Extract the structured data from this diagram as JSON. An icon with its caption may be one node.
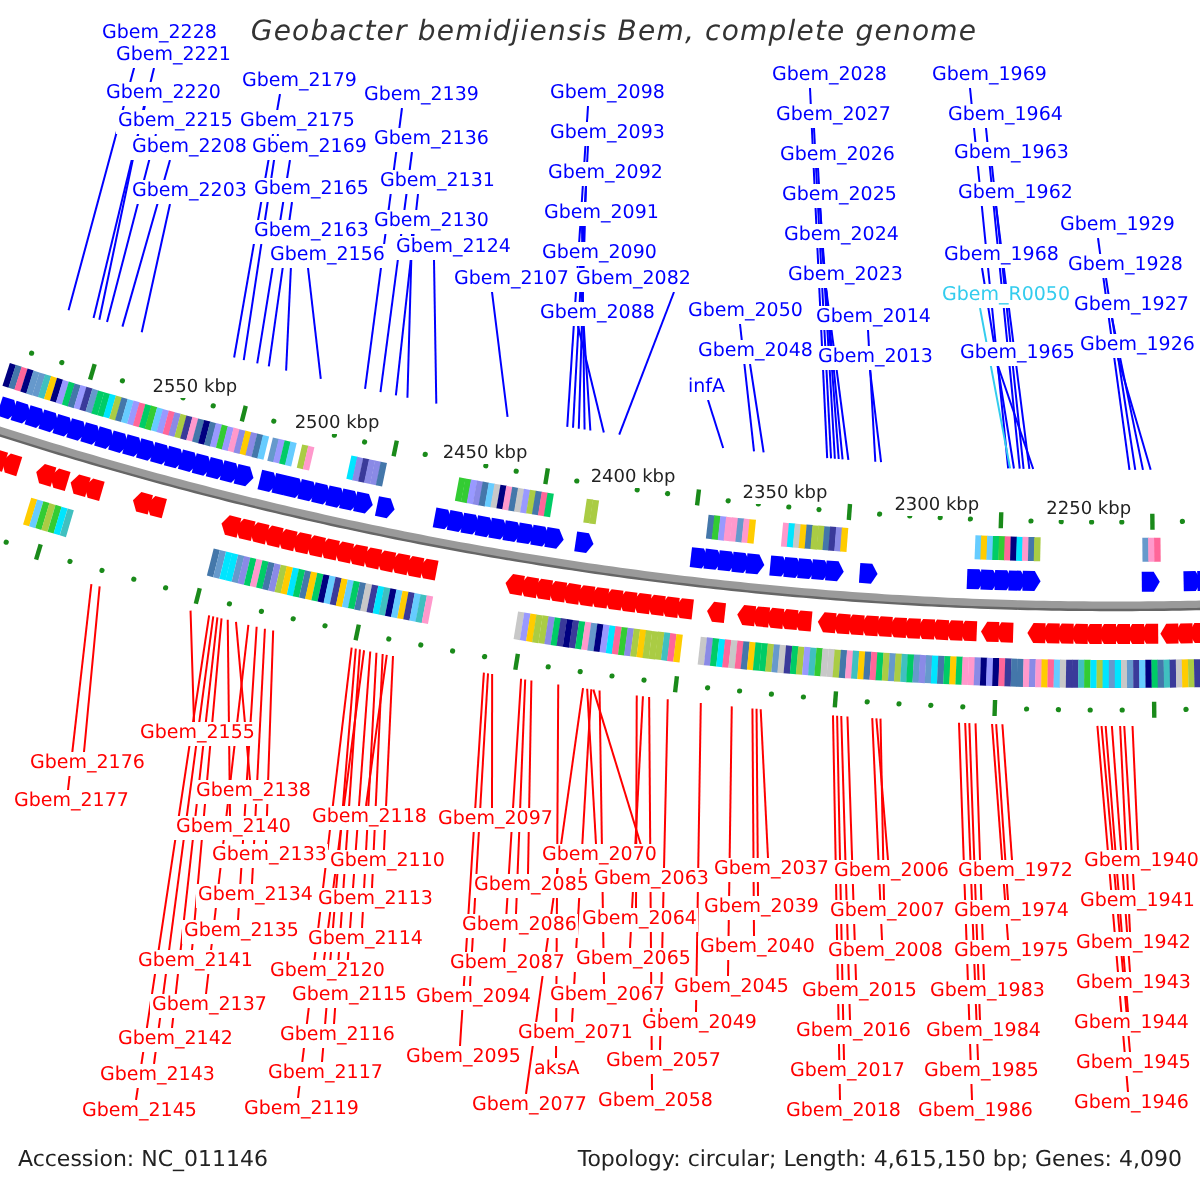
{
  "diagram": {
    "title": "Geobacter bemidjiensis Bem, complete genome",
    "nodes": [
      {
        "text": [
          "Gbem_2228"
        ]
      },
      {
        "text": [
          "Gbem_2221"
        ]
      },
      {
        "text": [
          "Gbem_2220"
        ]
      },
      {
        "text": [
          "Gbem_2215"
        ]
      },
      {
        "text": [
          "Gbem_2208"
        ]
      },
      {
        "text": [
          "Gbem_2203"
        ]
      },
      {
        "text": [
          "Gbem_2179"
        ]
      },
      {
        "text": [
          "Gbem_2175"
        ]
      },
      {
        "text": [
          "Gbem_2169"
        ]
      },
      {
        "text": [
          "Gbem_2165"
        ]
      },
      {
        "text": [
          "Gbem_2163"
        ]
      },
      {
        "text": [
          "Gbem_2156"
        ]
      },
      {
        "text": [
          "Gbem_2139"
        ]
      },
      {
        "text": [
          "Gbem_2136"
        ]
      },
      {
        "text": [
          "Gbem_2131"
        ]
      },
      {
        "text": [
          "Gbem_2130"
        ]
      },
      {
        "text": [
          "Gbem_2124"
        ]
      },
      {
        "text": [
          "Gbem_2107"
        ]
      },
      {
        "text": [
          "Gbem_2098"
        ]
      },
      {
        "text": [
          "Gbem_2093"
        ]
      },
      {
        "text": [
          "Gbem_2092"
        ]
      },
      {
        "text": [
          "Gbem_2091"
        ]
      },
      {
        "text": [
          "Gbem_2090"
        ]
      },
      {
        "text": [
          "Gbem_2082"
        ]
      },
      {
        "text": [
          "Gbem_2088"
        ]
      },
      {
        "text": [
          "Gbem_2050"
        ]
      },
      {
        "text": [
          "Gbem_2048"
        ]
      },
      {
        "text": [
          "infA"
        ]
      },
      {
        "text": [
          "Gbem_2028"
        ]
      },
      {
        "text": [
          "Gbem_2027"
        ]
      },
      {
        "text": [
          "Gbem_2026"
        ]
      },
      {
        "text": [
          "Gbem_2025"
        ]
      },
      {
        "text": [
          "Gbem_2024"
        ]
      },
      {
        "text": [
          "Gbem_2023"
        ]
      },
      {
        "text": [
          "Gbem_2014"
        ]
      },
      {
        "text": [
          "Gbem_2013"
        ]
      },
      {
        "text": [
          "Gbem_1969"
        ]
      },
      {
        "text": [
          "Gbem_1964"
        ]
      },
      {
        "text": [
          "Gbem_1963"
        ]
      },
      {
        "text": [
          "Gbem_1962"
        ]
      },
      {
        "text": [
          "Gbem_1968"
        ]
      },
      {
        "text": [
          "Gbem_R0050"
        ]
      },
      {
        "text": [
          "Gbem_1965"
        ]
      },
      {
        "text": [
          "Gbem_1929"
        ]
      },
      {
        "text": [
          "Gbem_1928"
        ]
      },
      {
        "text": [
          "Gbem_1927"
        ]
      },
      {
        "text": [
          "Gbem_1926"
        ]
      },
      {
        "text": [
          "Gbem_2155"
        ]
      },
      {
        "text": [
          "Gbem_2176"
        ]
      },
      {
        "text": [
          "Gbem_2177"
        ]
      },
      {
        "text": [
          "Gbem_2138"
        ]
      },
      {
        "text": [
          "Gbem_2140"
        ]
      },
      {
        "text": [
          "Gbem_2133"
        ]
      },
      {
        "text": [
          "Gbem_2134"
        ]
      },
      {
        "text": [
          "Gbem_2135"
        ]
      },
      {
        "text": [
          "Gbem_2141"
        ]
      },
      {
        "text": [
          "Gbem_2137"
        ]
      },
      {
        "text": [
          "Gbem_2142"
        ]
      },
      {
        "text": [
          "Gbem_2143"
        ]
      },
      {
        "text": [
          "Gbem_2145"
        ]
      },
      {
        "text": [
          "Gbem_2118"
        ]
      },
      {
        "text": [
          "Gbem_2110"
        ]
      },
      {
        "text": [
          "Gbem_2113"
        ]
      },
      {
        "text": [
          "Gbem_2114"
        ]
      },
      {
        "text": [
          "Gbem_2120"
        ]
      },
      {
        "text": [
          "Gbem_2115"
        ]
      },
      {
        "text": [
          "Gbem_2116"
        ]
      },
      {
        "text": [
          "Gbem_2117"
        ]
      },
      {
        "text": [
          "Gbem_2119"
        ]
      },
      {
        "text": [
          "Gbem_2097"
        ]
      },
      {
        "text": [
          "Gbem_2085"
        ]
      },
      {
        "text": [
          "Gbem_2086"
        ]
      },
      {
        "text": [
          "Gbem_2087"
        ]
      },
      {
        "text": [
          "Gbem_2094"
        ]
      },
      {
        "text": [
          "Gbem_2095"
        ]
      },
      {
        "text": [
          "aksA"
        ]
      },
      {
        "text": [
          "Gbem_2077"
        ]
      },
      {
        "text": [
          "Gbem_2070"
        ]
      },
      {
        "text": [
          "Gbem_2063"
        ]
      },
      {
        "text": [
          "Gbem_2064"
        ]
      },
      {
        "text": [
          "Gbem_2065"
        ]
      },
      {
        "text": [
          "Gbem_2067"
        ]
      },
      {
        "text": [
          "Gbem_2071"
        ]
      },
      {
        "text": [
          "Gbem_2057"
        ]
      },
      {
        "text": [
          "Gbem_2058"
        ]
      },
      {
        "text": [
          "Gbem_2037"
        ]
      },
      {
        "text": [
          "Gbem_2039"
        ]
      },
      {
        "text": [
          "Gbem_2040"
        ]
      },
      {
        "text": [
          "Gbem_2045"
        ]
      },
      {
        "text": [
          "Gbem_2049"
        ]
      },
      {
        "text": [
          "Gbem_2006"
        ]
      },
      {
        "text": [
          "Gbem_2007"
        ]
      },
      {
        "text": [
          "Gbem_2008"
        ]
      },
      {
        "text": [
          "Gbem_2015"
        ]
      },
      {
        "text": [
          "Gbem_2016"
        ]
      },
      {
        "text": [
          "Gbem_2017"
        ]
      },
      {
        "text": [
          "Gbem_2018"
        ]
      },
      {
        "text": [
          "Gbem_1972"
        ]
      },
      {
        "text": [
          "Gbem_1974"
        ]
      },
      {
        "text": [
          "Gbem_1975"
        ]
      },
      {
        "text": [
          "Gbem_1983"
        ]
      },
      {
        "text": [
          "Gbem_1984"
        ]
      },
      {
        "text": [
          "Gbem_1985"
        ]
      },
      {
        "text": [
          "Gbem_1986"
        ]
      },
      {
        "text": [
          "Gbem_1940"
        ]
      },
      {
        "text": [
          "Gbem_1941"
        ]
      },
      {
        "text": [
          "Gbem_1942"
        ]
      },
      {
        "text": [
          "Gbem_1943"
        ]
      },
      {
        "text": [
          "Gbem_1944"
        ]
      },
      {
        "text": [
          "Gbem_1945"
        ]
      },
      {
        "text": [
          "Gbem_1946"
        ]
      }
    ],
    "edges": [
      {
        "from": 0,
        "to": null,
        "arrow": "none",
        "color": "#0000ff"
      },
      {
        "from": 1,
        "to": null,
        "arrow": "none",
        "color": "#0000ff"
      },
      {
        "from": 2,
        "to": null,
        "arrow": "none",
        "color": "#0000ff"
      },
      {
        "from": 3,
        "to": null,
        "arrow": "none",
        "color": "#0000ff"
      },
      {
        "from": 4,
        "to": null,
        "arrow": "none",
        "color": "#0000ff"
      },
      {
        "from": 5,
        "to": null,
        "arrow": "none",
        "color": "#0000ff"
      },
      {
        "from": 6,
        "to": null,
        "arrow": "none",
        "color": "#0000ff"
      },
      {
        "from": 7,
        "to": null,
        "arrow": "none",
        "color": "#0000ff"
      },
      {
        "from": 8,
        "to": null,
        "arrow": "none",
        "color": "#0000ff"
      },
      {
        "from": 9,
        "to": null,
        "arrow": "none",
        "color": "#0000ff"
      },
      {
        "from": 10,
        "to": null,
        "arrow": "none",
        "color": "#0000ff"
      },
      {
        "from": 11,
        "to": null,
        "arrow": "none",
        "color": "#0000ff"
      },
      {
        "from": 12,
        "to": null,
        "arrow": "none",
        "color": "#0000ff"
      },
      {
        "from": 13,
        "to": null,
        "arrow": "none",
        "color": "#0000ff"
      },
      {
        "from": 14,
        "to": null,
        "arrow": "none",
        "color": "#0000ff"
      },
      {
        "from": 15,
        "to": null,
        "arrow": "none",
        "color": "#0000ff"
      },
      {
        "from": 16,
        "to": null,
        "arrow": "none",
        "color": "#0000ff"
      },
      {
        "from": 17,
        "to": null,
        "arrow": "none",
        "color": "#0000ff"
      },
      {
        "from": 18,
        "to": null,
        "arrow": "none",
        "color": "#0000ff"
      },
      {
        "from": 19,
        "to": null,
        "arrow": "none",
        "color": "#0000ff"
      },
      {
        "from": 20,
        "to": null,
        "arrow": "none",
        "color": "#0000ff"
      },
      {
        "from": 21,
        "to": null,
        "arrow": "none",
        "color": "#0000ff"
      },
      {
        "from": 22,
        "to": null,
        "arrow": "none",
        "color": "#0000ff"
      },
      {
        "from": 23,
        "to": null,
        "arrow": "none",
        "color": "#0000ff"
      },
      {
        "from": 24,
        "to": null,
        "arrow": "none",
        "color": "#0000ff"
      },
      {
        "from": 25,
        "to": null,
        "arrow": "none",
        "color": "#0000ff"
      },
      {
        "from": 26,
        "to": null,
        "arrow": "none",
        "color": "#0000ff"
      },
      {
        "from": 27,
        "to": null,
        "arrow": "none",
        "color": "#0000ff"
      },
      {
        "from": 28,
        "to": null,
        "arrow": "none",
        "color": "#0000ff"
      },
      {
        "from": 29,
        "to": null,
        "arrow": "none",
        "color": "#0000ff"
      },
      {
        "from": 30,
        "to": null,
        "arrow": "none",
        "color": "#0000ff"
      },
      {
        "from": 31,
        "to": null,
        "arrow": "none",
        "color": "#0000ff"
      },
      {
        "from": 32,
        "to": null,
        "arrow": "none",
        "color": "#0000ff"
      },
      {
        "from": 33,
        "to": null,
        "arrow": "none",
        "color": "#0000ff"
      },
      {
        "from": 34,
        "to": null,
        "arrow": "none",
        "color": "#0000ff"
      },
      {
        "from": 35,
        "to": null,
        "arrow": "none",
        "color": "#0000ff"
      },
      {
        "from": 36,
        "to": null,
        "arrow": "none",
        "color": "#0000ff"
      },
      {
        "from": 37,
        "to": null,
        "arrow": "none",
        "color": "#0000ff"
      },
      {
        "from": 38,
        "to": null,
        "arrow": "none",
        "color": "#0000ff"
      },
      {
        "from": 39,
        "to": null,
        "arrow": "none",
        "color": "#0000ff"
      },
      {
        "from": 40,
        "to": null,
        "arrow": "none",
        "color": "#0000ff"
      },
      {
        "from": 41,
        "to": null,
        "arrow": "none",
        "color": "#33ccee"
      },
      {
        "from": 42,
        "to": null,
        "arrow": "none",
        "color": "#0000ff"
      },
      {
        "from": 43,
        "to": null,
        "arrow": "none",
        "color": "#0000ff"
      },
      {
        "from": 44,
        "to": null,
        "arrow": "none",
        "color": "#0000ff"
      },
      {
        "from": 45,
        "to": null,
        "arrow": "none",
        "color": "#0000ff"
      },
      {
        "from": 46,
        "to": null,
        "arrow": "none",
        "color": "#0000ff"
      },
      {
        "from": 47,
        "to": null,
        "arrow": "none"
      },
      {
        "from": 48,
        "to": null,
        "arrow": "none"
      },
      {
        "from": 49,
        "to": null,
        "arrow": "none"
      },
      {
        "from": 50,
        "to": null,
        "arrow": "none"
      },
      {
        "from": 51,
        "to": null,
        "arrow": "none"
      },
      {
        "from": 52,
        "to": null,
        "arrow": "none"
      },
      {
        "from": 53,
        "to": null,
        "arrow": "none"
      },
      {
        "from": 54,
        "to": null,
        "arrow": "none"
      },
      {
        "from": 55,
        "to": null,
        "arrow": "none"
      },
      {
        "from": 56,
        "to": null,
        "arrow": "none"
      },
      {
        "from": 57,
        "to": null,
        "arrow": "none"
      },
      {
        "from": 58,
        "to": null,
        "arrow": "none"
      },
      {
        "from": 59,
        "to": null,
        "arrow": "none"
      },
      {
        "from": 60,
        "to": null,
        "arrow": "none"
      },
      {
        "from": 61,
        "to": null,
        "arrow": "none"
      },
      {
        "from": 62,
        "to": null,
        "arrow": "none"
      },
      {
        "from": 63,
        "to": null,
        "arrow": "none"
      },
      {
        "from": 64,
        "to": null,
        "arrow": "none"
      },
      {
        "from": 65,
        "to": null,
        "arrow": "none"
      },
      {
        "from": 66,
        "to": null,
        "arrow": "none"
      },
      {
        "from": 67,
        "to": null,
        "arrow": "none"
      },
      {
        "from": 68,
        "to": null,
        "arrow": "none"
      },
      {
        "from": 69,
        "to": null,
        "arrow": "none"
      },
      {
        "from": 70,
        "to": null,
        "arrow": "none"
      },
      {
        "from": 71,
        "to": null,
        "arrow": "none"
      },
      {
        "from": 72,
        "to": null,
        "arrow": "none"
      },
      {
        "from": 73,
        "to": null,
        "arrow": "none"
      },
      {
        "from": 74,
        "to": null,
        "arrow": "none"
      },
      {
        "from": 75,
        "to": null,
        "arrow": "none"
      },
      {
        "from": 76,
        "to": null,
        "arrow": "none"
      },
      {
        "from": 77,
        "to": null,
        "arrow": "none"
      },
      {
        "from": 78,
        "to": null,
        "arrow": "none"
      },
      {
        "from": 79,
        "to": null,
        "arrow": "none"
      },
      {
        "from": 80,
        "to": null,
        "arrow": "none"
      },
      {
        "from": 81,
        "to": null,
        "arrow": "none"
      },
      {
        "from": 82,
        "to": null,
        "arrow": "none"
      },
      {
        "from": 83,
        "to": null,
        "arrow": "none"
      },
      {
        "from": 84,
        "to": null,
        "arrow": "none"
      },
      {
        "from": 85,
        "to": null,
        "arrow": "none"
      },
      {
        "from": 86,
        "to": null,
        "arrow": "none"
      },
      {
        "from": 87,
        "to": null,
        "arrow": "none"
      },
      {
        "from": 88,
        "to": null,
        "arrow": "none"
      },
      {
        "from": 89,
        "to": null,
        "arrow": "none"
      },
      {
        "from": 90,
        "to": null,
        "arrow": "none"
      },
      {
        "from": 91,
        "to": null,
        "arrow": "none"
      },
      {
        "from": 92,
        "to": null,
        "arrow": "none"
      },
      {
        "from": 93,
        "to": null,
        "arrow": "none"
      },
      {
        "from": 94,
        "to": null,
        "arrow": "none"
      },
      {
        "from": 95,
        "to": null,
        "arrow": "none"
      },
      {
        "from": 96,
        "to": null,
        "arrow": "none"
      },
      {
        "from": 97,
        "to": null,
        "arrow": "none"
      },
      {
        "from": 98,
        "to": null,
        "arrow": "none"
      },
      {
        "from": 99,
        "to": null,
        "arrow": "none"
      },
      {
        "from": 100,
        "to": null,
        "arrow": "none"
      },
      {
        "from": 101,
        "to": null,
        "arrow": "none"
      },
      {
        "from": 102,
        "to": null,
        "arrow": "none"
      },
      {
        "from": 103,
        "to": null,
        "arrow": "none"
      },
      {
        "from": 104,
        "to": null,
        "arrow": "none"
      },
      {
        "from": 105,
        "to": null,
        "arrow": "none"
      },
      {
        "from": 106,
        "to": null,
        "arrow": "none"
      },
      {
        "from": 107,
        "to": null,
        "arrow": "none"
      },
      {
        "from": 108,
        "to": null,
        "arrow": "none"
      },
      {
        "from": 109,
        "to": null,
        "arrow": "none"
      },
      {
        "from": 110,
        "to": null,
        "arrow": "none"
      }
    ],
    "labels": [
      "2550 kbp",
      "2500 kbp",
      "2450 kbp",
      "2400 kbp",
      "2350 kbp",
      "2300 kbp",
      "2250 kbp",
      "Accession: NC_011146",
      "Topology: circular; Length: 4,615,150 bp; Genes: 4,090"
    ]
  }
}
